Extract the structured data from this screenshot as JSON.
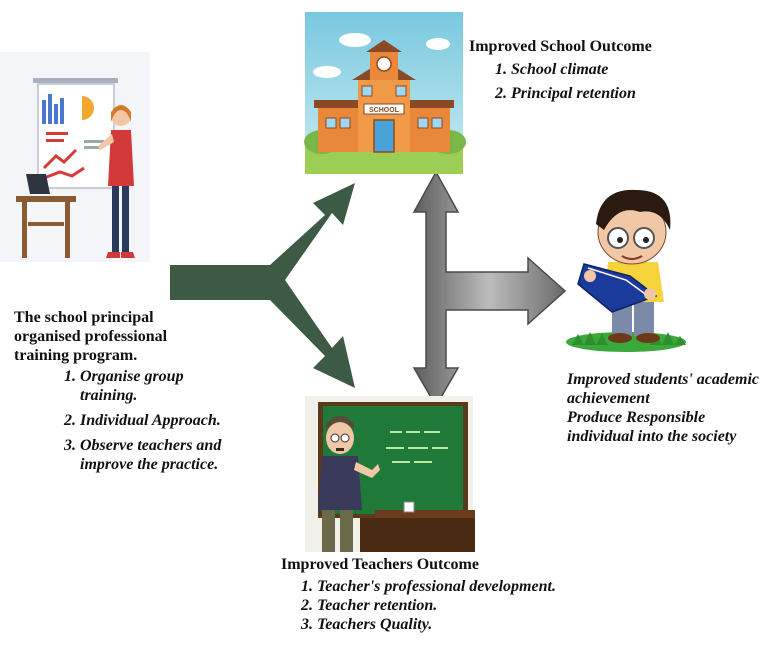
{
  "school": {
    "heading": "Improved School Outcome",
    "items": [
      "School climate",
      "Principal retention"
    ],
    "sign": "SCHOOL"
  },
  "principal": {
    "heading": "The school principal organised professional training program.",
    "items": [
      "Organise group training.",
      "Individual Approach.",
      "Observe teachers and improve the practice."
    ]
  },
  "students": {
    "line1": "Improved students' academic achievement",
    "line2": "Produce Responsible individual into the society"
  },
  "teachers": {
    "heading": "Improved Teachers Outcome",
    "items": [
      "Teacher's professional development.",
      "Teacher retention.",
      "Teachers Quality."
    ]
  },
  "colors": {
    "green_arrow": "#3d5a44",
    "gray_arrow": "#8c8c8c",
    "chalkboard": "#1f7a3a",
    "school_wall": "#e9883a",
    "book": "#1a3a9c"
  }
}
